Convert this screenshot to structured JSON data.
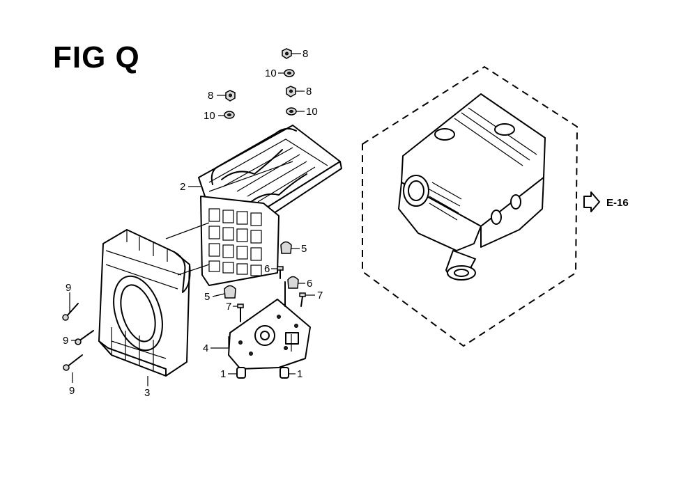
{
  "figure": {
    "title": "FIG Q"
  },
  "callouts": [
    {
      "label": "8"
    },
    {
      "label": "10"
    },
    {
      "label": "8"
    },
    {
      "label": "8"
    },
    {
      "label": "10"
    },
    {
      "label": "10"
    },
    {
      "label": "2"
    },
    {
      "label": "5"
    },
    {
      "label": "6"
    },
    {
      "label": "6"
    },
    {
      "label": "5"
    },
    {
      "label": "7"
    },
    {
      "label": "7"
    },
    {
      "label": "9"
    },
    {
      "label": "9"
    },
    {
      "label": "9"
    },
    {
      "label": "4"
    },
    {
      "label": "1"
    },
    {
      "label": "1"
    },
    {
      "label": "3"
    }
  ],
  "reference": {
    "label": "E-16"
  },
  "icons": [
    "hex-nut-icon",
    "washer-icon",
    "bolt-icon",
    "cap-nut-icon",
    "arrow-right-icon"
  ]
}
